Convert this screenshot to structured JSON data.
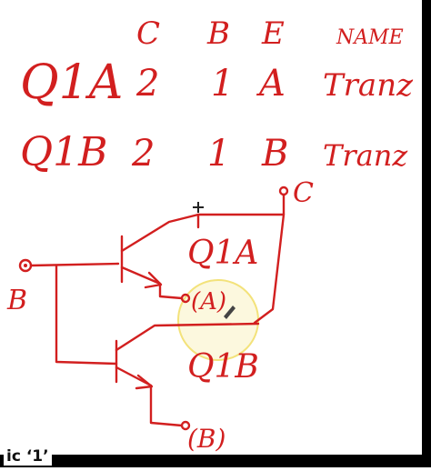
{
  "table": {
    "headers": [
      "C",
      "B",
      "E",
      "NAME"
    ],
    "rows": [
      {
        "label": "Q1A",
        "c": "2",
        "b": "1",
        "e": "A",
        "name": "Tranz"
      },
      {
        "label": "Q1B",
        "c": "2",
        "b": "1",
        "e": "B",
        "name": "Tranz"
      }
    ]
  },
  "circuit": {
    "collector_label": "C",
    "base_label": "B",
    "q1a_label": "Q1A",
    "q1b_label": "Q1B",
    "emitter_a_label": "(A)",
    "emitter_b_label": "(B)"
  },
  "caption": "ic ‘1’",
  "colors": {
    "ink": "#d21f1f",
    "highlight": "#f3e27a"
  }
}
